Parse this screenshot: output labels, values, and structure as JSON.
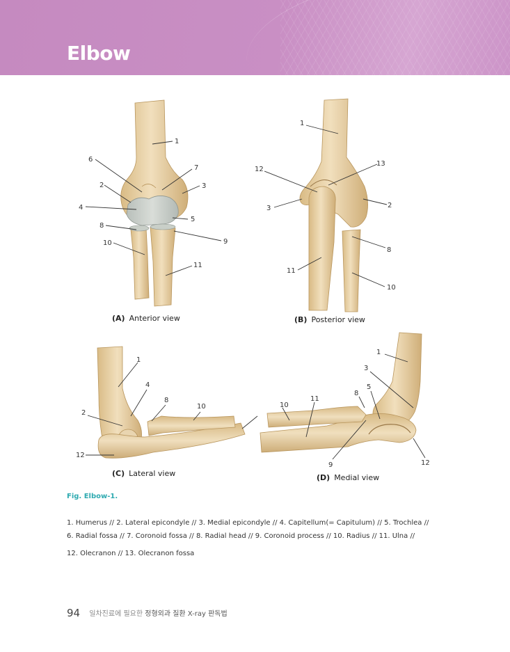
{
  "header": {
    "title": "Elbow"
  },
  "panels": {
    "a": {
      "tag": "(A)",
      "caption": "Anterior view",
      "labels": [
        "1",
        "6",
        "7",
        "2",
        "3",
        "4",
        "5",
        "8",
        "9",
        "10",
        "11"
      ]
    },
    "b": {
      "tag": "(B)",
      "caption": "Posterior view",
      "labels": [
        "1",
        "12",
        "13",
        "3",
        "2",
        "8",
        "11",
        "10"
      ]
    },
    "c": {
      "tag": "(C)",
      "caption": "Lateral view",
      "labels": [
        "1",
        "4",
        "8",
        "10",
        "2",
        "12"
      ]
    },
    "d": {
      "tag": "(D)",
      "caption": "Medial view",
      "labels": [
        "1",
        "3",
        "5",
        "8",
        "11",
        "10",
        "9",
        "12"
      ]
    }
  },
  "figure_label": "Fig. Elbow-1.",
  "legend": [
    "1. Humerus // 2. Lateral epicondyle // 3. Medial epicondyle // 4. Capitellum(= Capitulum) // 5. Trochlea //",
    "6. Radial fossa // 7. Coronoid fossa // 8. Radial head // 9. Coronoid process // 10. Radius // 11. Ulna //",
    "12. Olecranon // 13. Olecranon fossa"
  ],
  "footer": {
    "page_number": "94",
    "book_light": "일차진료에 필요한",
    "book_bold": "정형외과 질환 X-ray 판독법"
  },
  "colors": {
    "header": "#c98fc4",
    "bone": "#e6cfa4",
    "cartilage": "#c9cfc8",
    "fig_label": "#2eaab0"
  }
}
